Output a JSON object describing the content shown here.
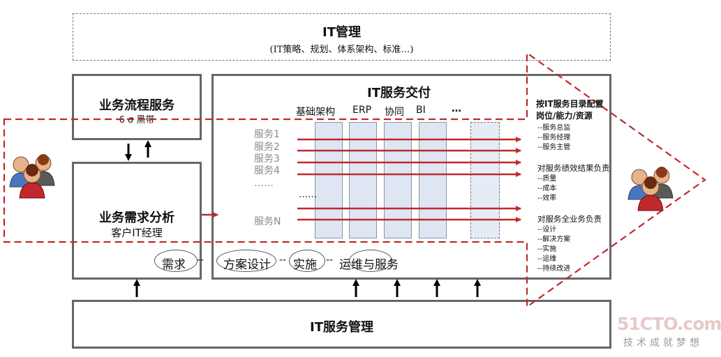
{
  "it_management": {
    "title": "IT管理",
    "subtitle": "(IT策略、规划、体系架构、标准…)"
  },
  "business_process": {
    "title": "业务流程服务",
    "subtitle": "6 σ 黑带"
  },
  "business_demand": {
    "title": "业务需求分析",
    "subtitle": "客户IT经理"
  },
  "it_service_delivery": {
    "title": "IT服务交付",
    "columns": [
      "基础架构",
      "ERP",
      "协同",
      "BI",
      "…"
    ],
    "services": [
      "服务1",
      "服务2",
      "服务3",
      "服务4",
      "……",
      "服务N"
    ],
    "middle_dots": "……"
  },
  "flow": {
    "steps": [
      "需求",
      "方案设计",
      "实施",
      "运维与服务"
    ],
    "sep1": "--",
    "sep2": "--",
    "sep3": "--"
  },
  "right_panel": {
    "heading1": "按IT服务目录配置",
    "heading2": "岗位/能力/资源",
    "group1_items": [
      "--服务总监",
      "--服务经理",
      "--服务主管"
    ],
    "group2_head": "对服务绩效结果负责",
    "group2_items": [
      "--质量",
      "--成本",
      "--效率"
    ],
    "group3_head": "对服务全业务负责",
    "group3_items": [
      "--设计",
      "--解决方案",
      "--实施",
      "--运维",
      "--持续改进"
    ]
  },
  "it_service_management": {
    "title": "IT服务管理"
  },
  "watermark": {
    "logo": "51CTO.com",
    "slogan": "技术成就梦想"
  },
  "colors": {
    "accent_red": "#c0282d",
    "border_gray": "#666666",
    "column_blue": "#dde6f2"
  }
}
